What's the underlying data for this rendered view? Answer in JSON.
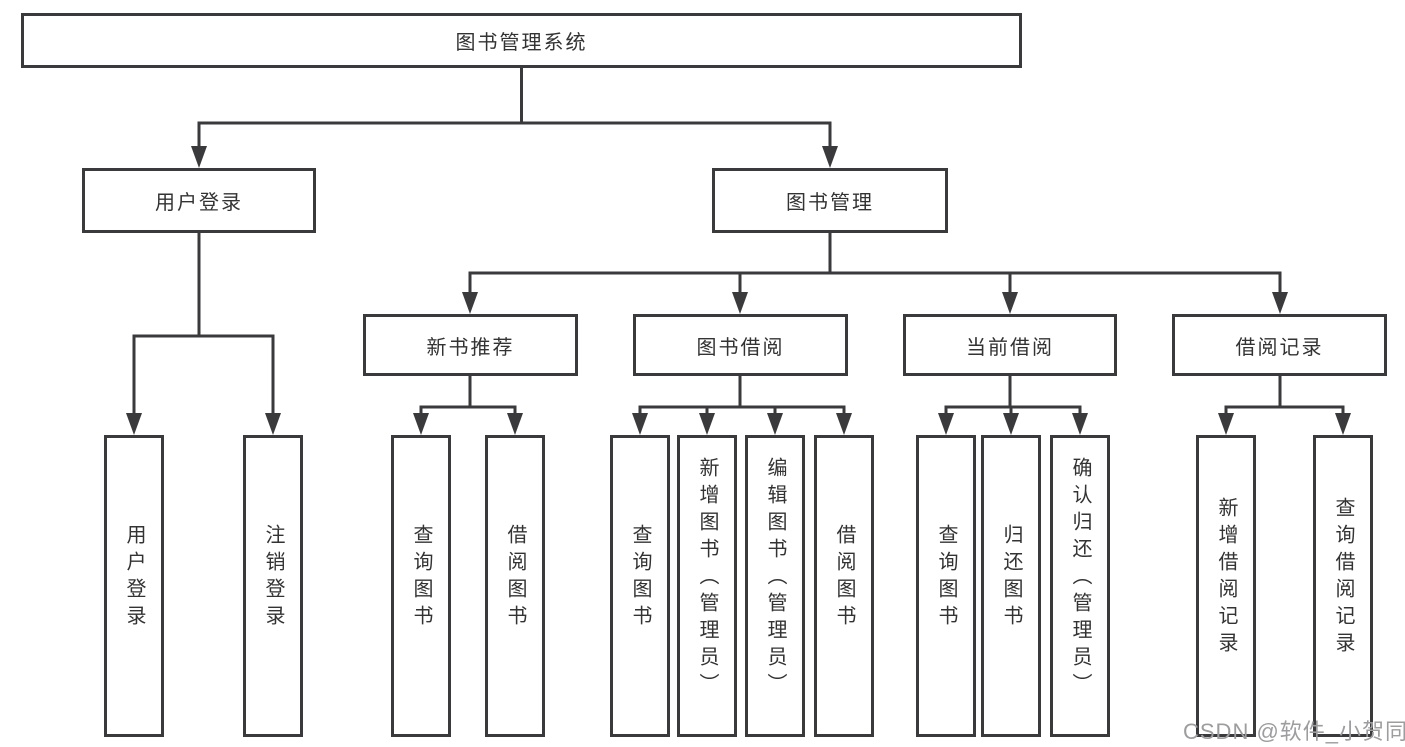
{
  "diagram": {
    "root": {
      "label": "图书管理系统"
    },
    "level2": [
      {
        "label": "用户登录"
      },
      {
        "label": "图书管理"
      }
    ],
    "level3": [
      {
        "label": "新书推荐"
      },
      {
        "label": "图书借阅"
      },
      {
        "label": "当前借阅"
      },
      {
        "label": "借阅记录"
      }
    ],
    "leaves": {
      "user_login": [
        {
          "label": "用户登录"
        },
        {
          "label": "注销登录"
        }
      ],
      "new_book_recommend": [
        {
          "label": "查询图书"
        },
        {
          "label": "借阅图书"
        }
      ],
      "book_borrow": [
        {
          "label": "查询图书"
        },
        {
          "label": "新增图书（管理员）"
        },
        {
          "label": "编辑图书（管理员）"
        },
        {
          "label": "借阅图书"
        }
      ],
      "current_borrow": [
        {
          "label": "查询图书"
        },
        {
          "label": "归还图书"
        },
        {
          "label": "确认归还（管理员）"
        }
      ],
      "borrow_records": [
        {
          "label": "新增借阅记录"
        },
        {
          "label": "查询借阅记录"
        }
      ]
    },
    "colors": {
      "line": "#3a3a3c",
      "text": "#333333",
      "background": "#ffffff"
    }
  },
  "watermark": {
    "text": "CSDN @软件_小贺同学",
    "color": "#9d9d9f"
  }
}
